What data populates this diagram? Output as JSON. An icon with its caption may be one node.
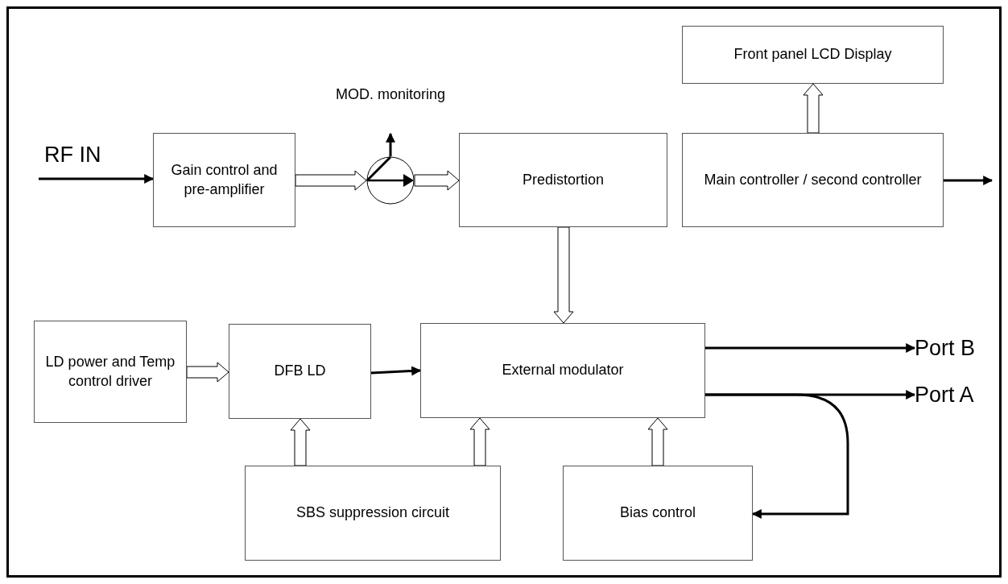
{
  "diagram": {
    "nodes": [
      {
        "text": [
          "Gain control and pre-amplifier"
        ]
      },
      {
        "text": [],
        "shape": "circle",
        "beside": [
          "MOD. monitoring"
        ]
      },
      {
        "text": [
          "Predistortion"
        ]
      },
      {
        "text": [
          "Front panel LCD Display"
        ]
      },
      {
        "text": [
          "Main controller / second controller"
        ]
      },
      {
        "text": [
          "LD power and Temp control driver"
        ]
      },
      {
        "text": [
          "DFB LD"
        ]
      },
      {
        "text": [
          "External modulator"
        ]
      },
      {
        "text": [
          "SBS suppression circuit"
        ]
      },
      {
        "text": [
          "Bias control"
        ]
      },
      {
        "text": [
          "Port B"
        ]
      },
      {
        "text": [
          "Port A"
        ]
      }
    ],
    "edges": [
      {
        "from": null,
        "to": 0,
        "arrow": "to"
      },
      {
        "from": 0,
        "to": 1,
        "arrow": "to",
        "style": "thick"
      },
      {
        "from": 1,
        "to": 2,
        "arrow": "to",
        "style": "thick"
      },
      {
        "from": 1,
        "to": null,
        "arrow": "to"
      },
      {
        "from": 4,
        "to": 3,
        "arrow": "to",
        "style": "thick"
      },
      {
        "from": 4,
        "to": null,
        "arrow": "to"
      },
      {
        "from": 2,
        "to": 7,
        "arrow": "to",
        "style": "thick"
      },
      {
        "from": 5,
        "to": 6,
        "arrow": "to",
        "style": "thick"
      },
      {
        "from": 6,
        "to": 7,
        "arrow": "to"
      },
      {
        "from": 8,
        "to": 6,
        "arrow": "to",
        "style": "thick"
      },
      {
        "from": 8,
        "to": 7,
        "arrow": "to",
        "style": "thick"
      },
      {
        "from": 9,
        "to": 7,
        "arrow": "to",
        "style": "thick"
      },
      {
        "from": 7,
        "to": 10,
        "arrow": "to"
      },
      {
        "from": 7,
        "to": 11,
        "arrow": "to"
      },
      {
        "from": 7,
        "to": 9,
        "arrow": "to"
      }
    ],
    "labels": [
      "RF IN"
    ]
  }
}
